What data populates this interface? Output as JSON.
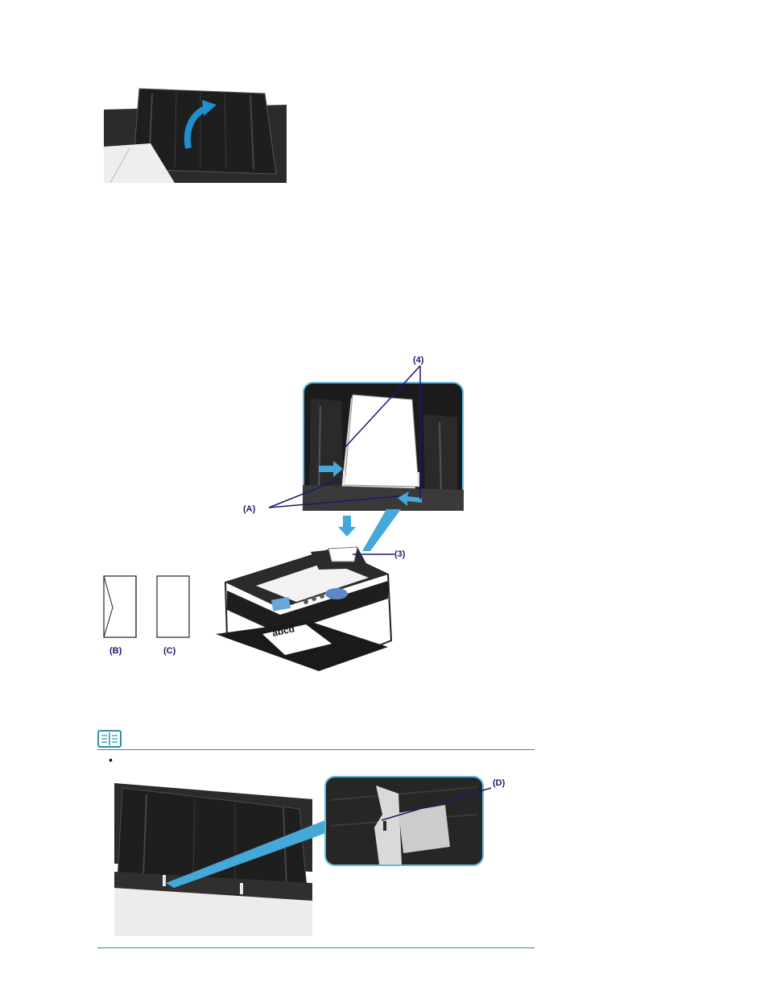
{
  "figure_top": {
    "alt": "paper-support-raised-photo",
    "arrow_color": "#1f8fd0"
  },
  "figure_loading": {
    "labels": {
      "four": "(4)",
      "a": "(A)",
      "three": "(3)",
      "b": "(B)",
      "c": "(C)"
    },
    "paper_text": "abcd",
    "accent": "#44a8d8"
  },
  "note": {
    "bullet": "•",
    "label_d": "(D)",
    "rule_color": "#2f8fa8"
  }
}
